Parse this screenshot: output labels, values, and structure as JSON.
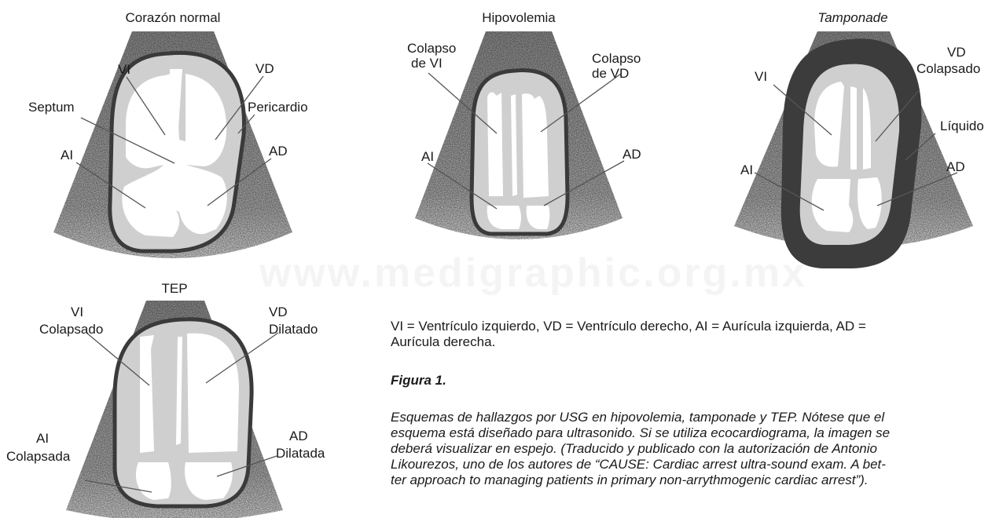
{
  "panels": {
    "normal": {
      "title": "Corazón normal",
      "labels": {
        "vi": "VI",
        "vd": "VD",
        "septum": "Septum",
        "pericardio": "Pericardio",
        "ai": "AI",
        "ad": "AD"
      }
    },
    "hipovolemia": {
      "title": "Hipovolemia",
      "labels": {
        "colapso_vi_1": "Colapso",
        "colapso_vi_2": "de VI",
        "colapso_vd_1": "Colapso",
        "colapso_vd_2": "de VD",
        "ai": "AI",
        "ad": "AD"
      }
    },
    "tamponade": {
      "title": "Tamponade",
      "labels": {
        "vi": "VI",
        "vd_1": "VD",
        "vd_2": "Colapsado",
        "liquido": "Líquido",
        "ai": "AI",
        "ad": "AD"
      }
    },
    "tep": {
      "title": "TEP",
      "labels": {
        "vi_1": "VI",
        "vi_2": "Colapsado",
        "vd_1": "VD",
        "vd_2": "Dilatado",
        "ai_1": "AI",
        "ai_2": "Colapsada",
        "ad_1": "AD",
        "ad_2": "Dilatada"
      }
    }
  },
  "watermark": "www.medigraphic.org.mx",
  "caption": {
    "abbreviations_1": "VI = Ventrículo izquierdo, VD = Ventrículo derecho, AI = Aurícula izquierda, AD =",
    "abbreviations_2": "Aurícula derecha.",
    "figure_title": "Figura 1.",
    "body_1": "Esquemas de hallazgos por USG en hipovolemia, tamponade y TEP. Nótese que el",
    "body_2": "esquema está diseñado para ultrasonido. Si se utiliza ecocardiograma, la imagen se",
    "body_3": "deberá visualizar en espejo. (Traducido y publicado con la autorización de Antonio",
    "body_4": "Likourezos, uno de los autores de “CAUSE: Cardiac arrest ultra-sound exam. A bet-",
    "body_5": "ter approach to managing patients in primary non-arrythmogenic cardiac arrest”)."
  }
}
